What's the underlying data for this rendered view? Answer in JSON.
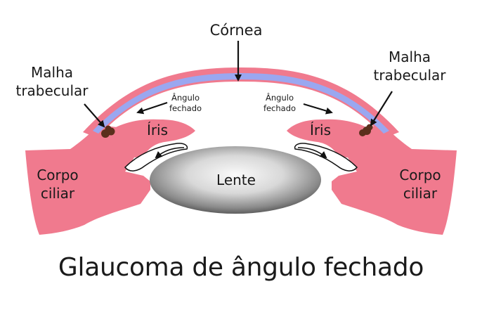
{
  "diagram": {
    "title": "Glaucoma de ângulo fechado",
    "labels": {
      "cornea": "Córnea",
      "trabecular_left_1": "Malha",
      "trabecular_left_2": "trabecular",
      "trabecular_right_1": "Malha",
      "trabecular_right_2": "trabecular",
      "angle_left_1": "Ângulo",
      "angle_left_2": "fechado",
      "angle_right_1": "Ângulo",
      "angle_right_2": "fechado",
      "iris_left": "Íris",
      "iris_right": "Íris",
      "lens": "Lente",
      "ciliary_left_1": "Corpo",
      "ciliary_left_2": "ciliar",
      "ciliary_right_1": "Corpo",
      "ciliary_right_2": "ciliar"
    },
    "colors": {
      "tissue": "#f07a8e",
      "cornea_band": "#9aa7f0",
      "trabecular": "#5a2f1c",
      "lens_light": "#f4f4f4",
      "lens_dark": "#4a4a4a",
      "arrow": "#111111"
    }
  }
}
